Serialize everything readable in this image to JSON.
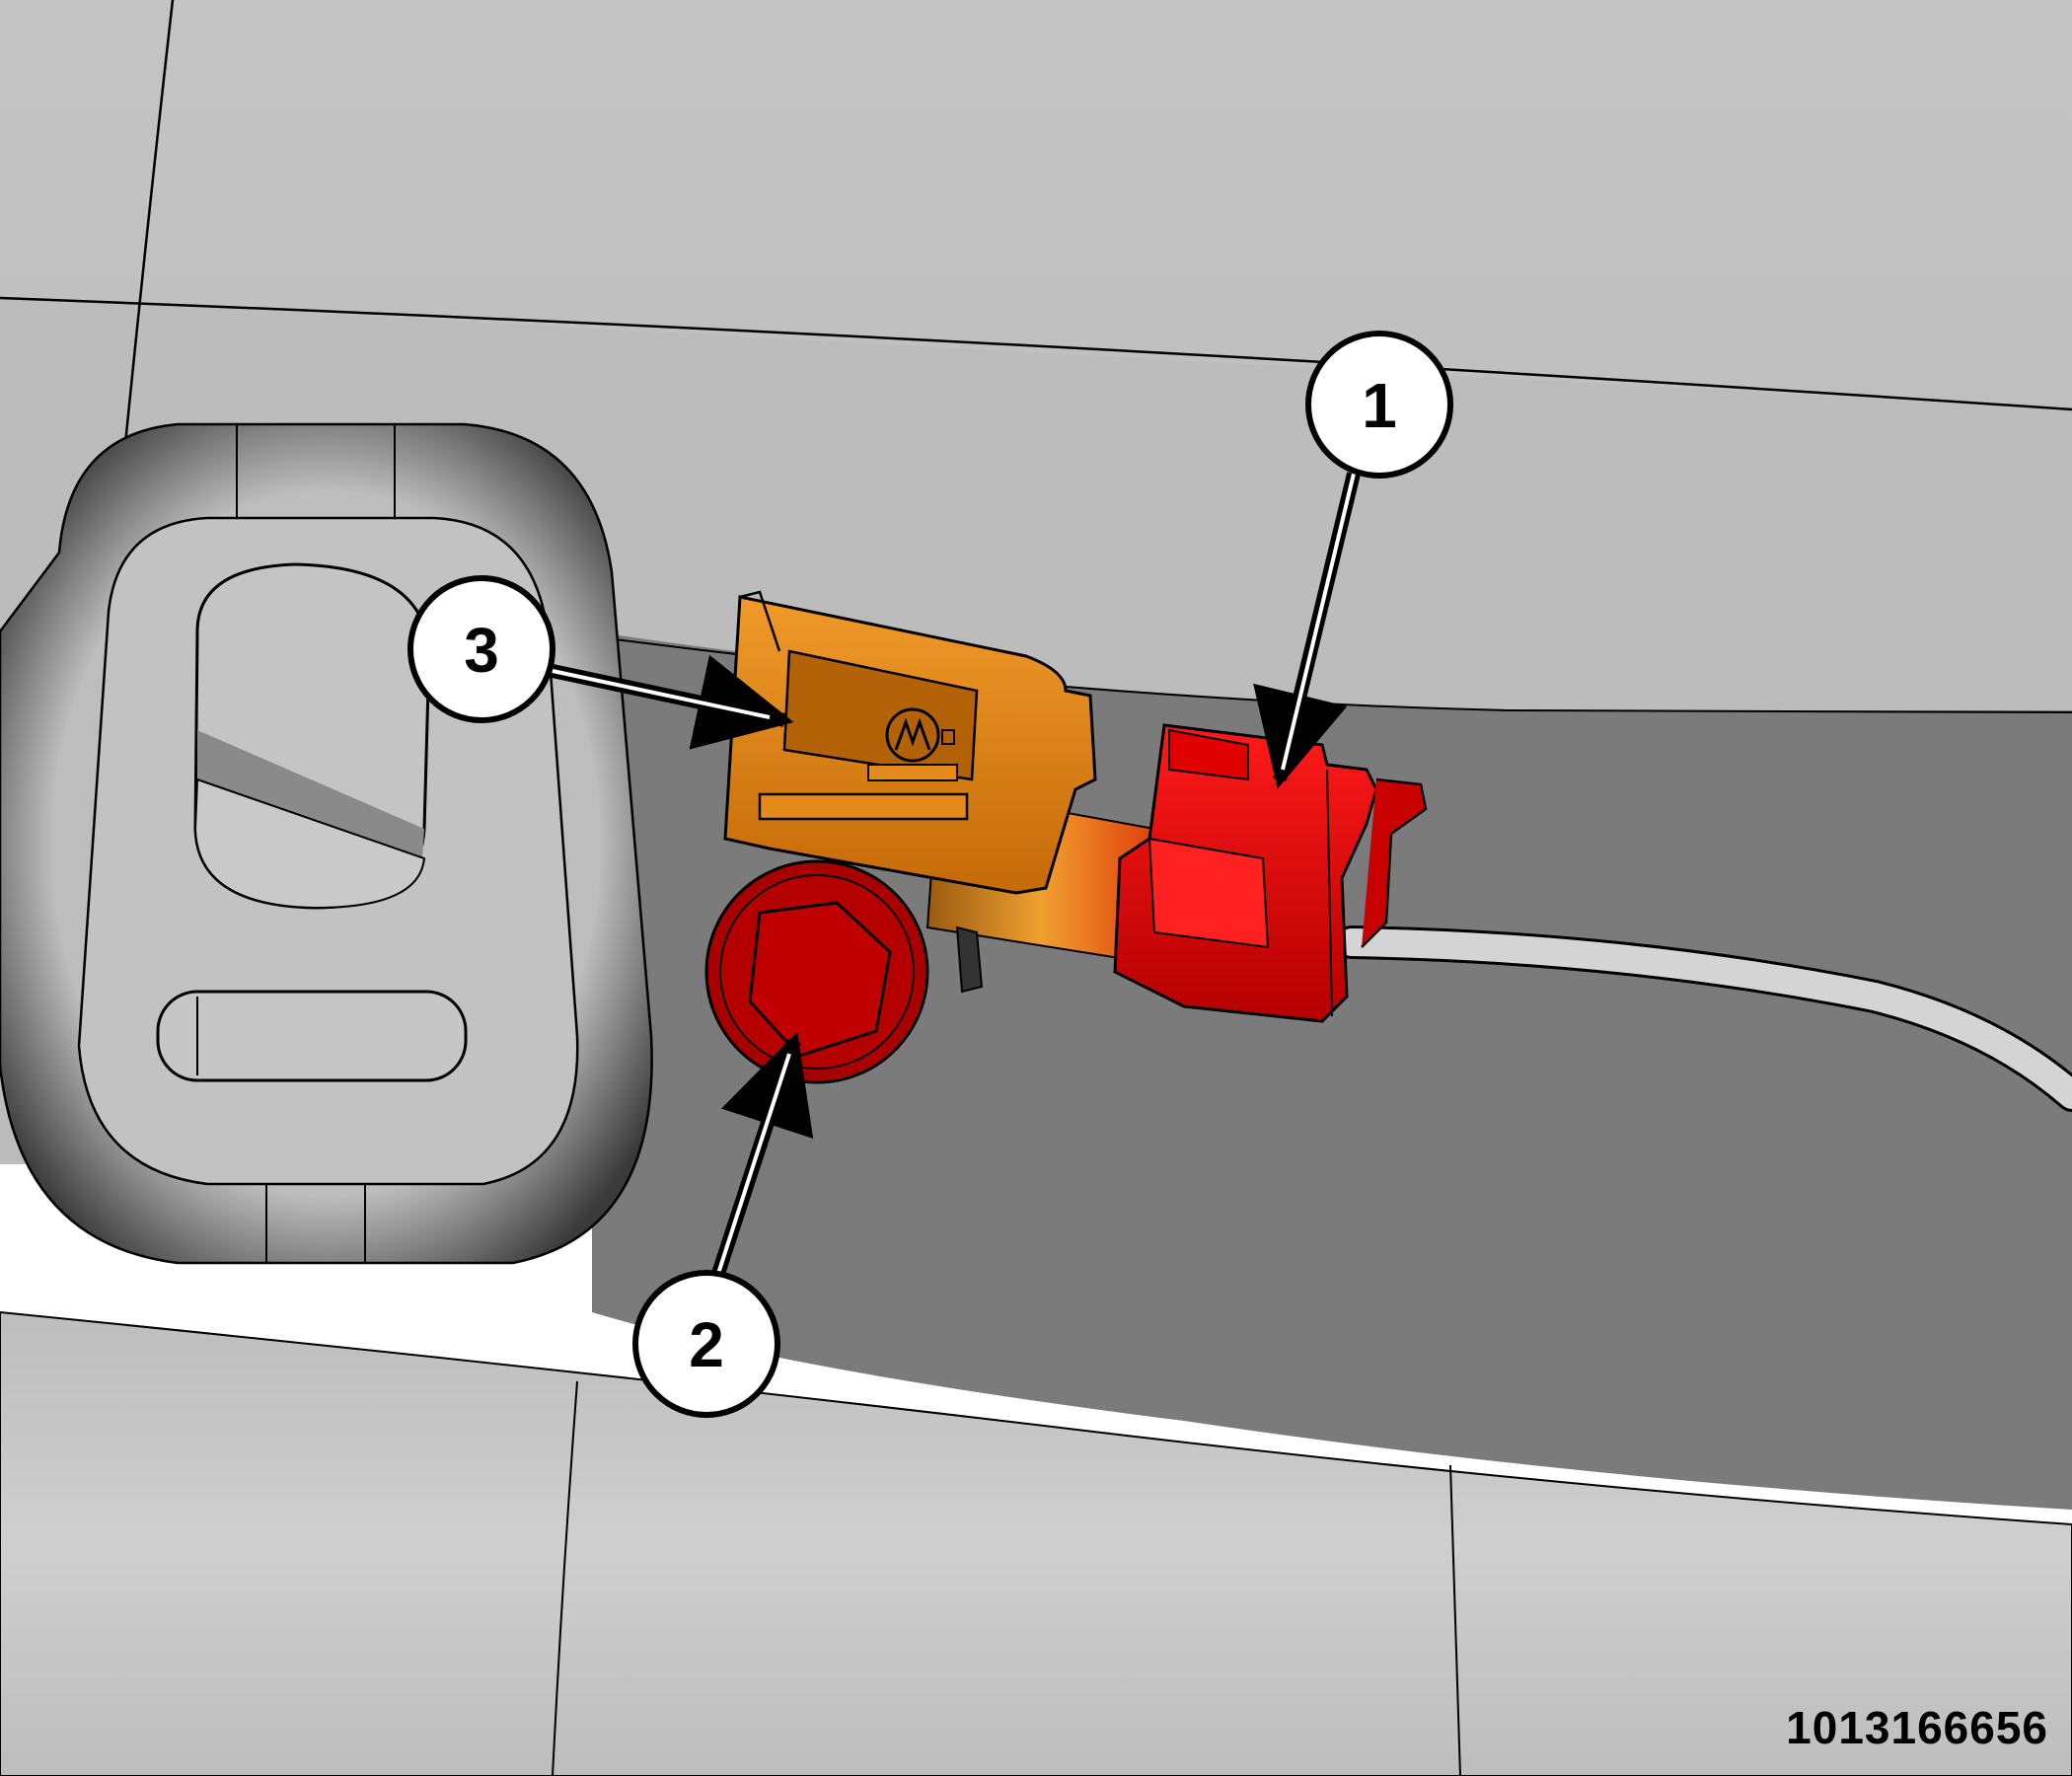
{
  "figure": {
    "id": "1013166656"
  },
  "callouts": [
    {
      "label": "1",
      "target": "red-connector"
    },
    {
      "label": "2",
      "target": "ground-bolt"
    },
    {
      "label": "3",
      "target": "orange-sensor"
    }
  ],
  "colors": {
    "background_light": "#c6c6c6",
    "background_dark": "#7b7b7b",
    "outline": "#000000",
    "sensor_orange": "#d97a10",
    "connector_red": "#c80000",
    "bolt_red": "#a80000",
    "wire": "#d4d4d4",
    "callout_fill": "#ffffff"
  }
}
